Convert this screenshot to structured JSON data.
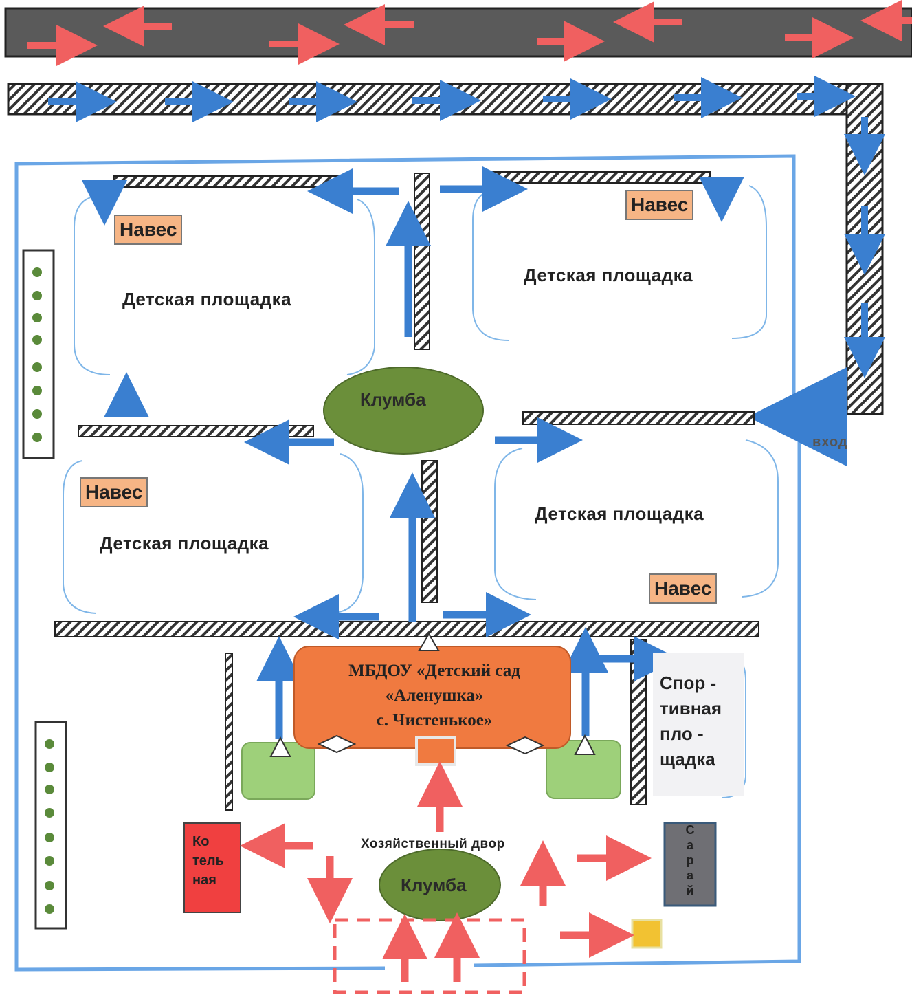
{
  "labels": {
    "playground": "Детская площадка",
    "canopy": "Навес",
    "flowerbed": "Клумба",
    "building": [
      "МБДОУ «Детский сад",
      "«Аленушка»",
      "с. Чистенькое»"
    ],
    "sports_ground": [
      "Спор -",
      "тивная",
      "пло -",
      "щадка"
    ],
    "boiler_room": [
      "Ко",
      "тель",
      "ная"
    ],
    "shed": [
      "С",
      "а",
      "р",
      "а",
      "й"
    ],
    "utility_yard": "Хозяйственный двор",
    "entrance": "вход"
  },
  "colors": {
    "traffic_arrow": "#f06060",
    "walkway_arrow": "#3a7fd0",
    "fence": "#6aa6e6",
    "flowerbed": "#6b8f3a",
    "building": "#f07a40",
    "canopy": "#f6b585",
    "boiler_room": "#f04040",
    "shed": "#6f6f74",
    "porch": "#9ed07a",
    "road": "#5a5a5a"
  }
}
